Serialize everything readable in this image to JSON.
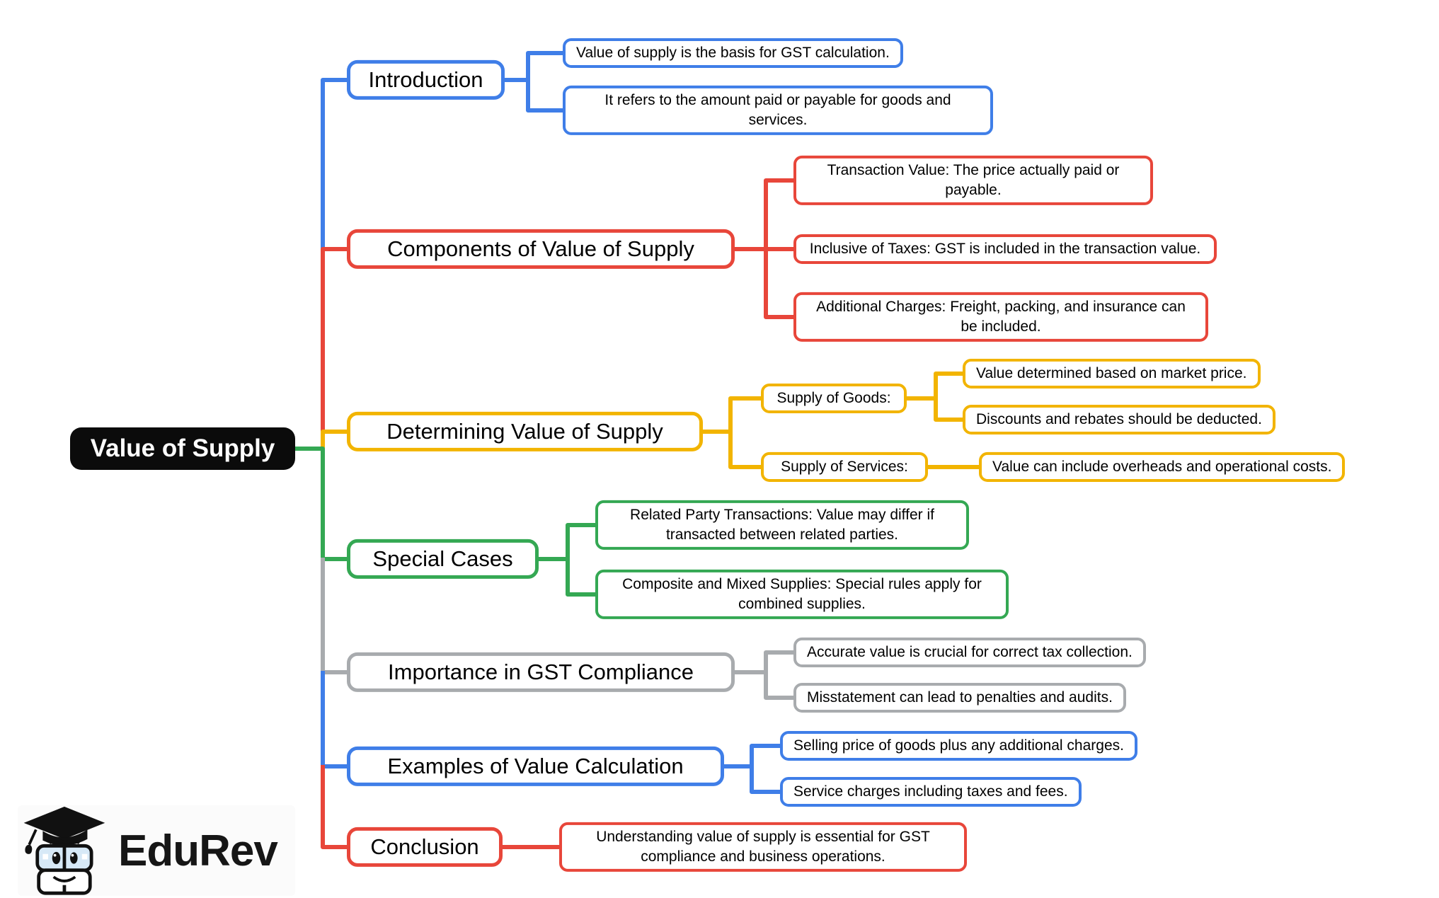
{
  "palette": {
    "blue": "#3f7ee8",
    "red": "#e8463a",
    "yellow": "#f2b400",
    "green": "#34a853",
    "gray": "#a8abae",
    "root_bg": "#0b0b0b",
    "root_text": "#ffffff",
    "text": "#000000"
  },
  "root": {
    "label": "Value of Supply"
  },
  "branches": [
    {
      "label": "Introduction",
      "color": "blue",
      "leaves": [
        {
          "text": "Value of supply is the basis for GST calculation."
        },
        {
          "text": "It refers to the amount paid or payable for goods and services."
        }
      ]
    },
    {
      "label": "Components of Value of Supply",
      "color": "red",
      "leaves": [
        {
          "text": "Transaction Value: The price actually paid or payable."
        },
        {
          "text": "Inclusive of Taxes: GST is included in the transaction value."
        },
        {
          "text": "Additional Charges: Freight, packing, and insurance can be included."
        }
      ]
    },
    {
      "label": "Determining Value of Supply",
      "color": "yellow",
      "children": [
        {
          "label": "Supply of Goods:",
          "leaves": [
            {
              "text": "Value determined based on market price."
            },
            {
              "text": "Discounts and rebates should be deducted."
            }
          ]
        },
        {
          "label": "Supply of Services:",
          "leaves": [
            {
              "text": "Value can include overheads and operational costs."
            }
          ]
        }
      ]
    },
    {
      "label": "Special Cases",
      "color": "green",
      "leaves": [
        {
          "text": "Related Party Transactions: Value may differ if transacted between related parties."
        },
        {
          "text": "Composite and Mixed Supplies: Special rules apply for combined supplies."
        }
      ]
    },
    {
      "label": "Importance in GST Compliance",
      "color": "gray",
      "leaves": [
        {
          "text": "Accurate value is crucial for correct tax collection."
        },
        {
          "text": "Misstatement can lead to penalties and audits."
        }
      ]
    },
    {
      "label": "Examples of Value Calculation",
      "color": "blue",
      "leaves": [
        {
          "text": "Selling price of goods plus any additional charges."
        },
        {
          "text": "Service charges including taxes and fees."
        }
      ]
    },
    {
      "label": "Conclusion",
      "color": "red",
      "leaves": [
        {
          "text": "Understanding value of supply is essential for GST compliance and business operations."
        }
      ]
    }
  ],
  "logo": {
    "text": "EduRev"
  }
}
